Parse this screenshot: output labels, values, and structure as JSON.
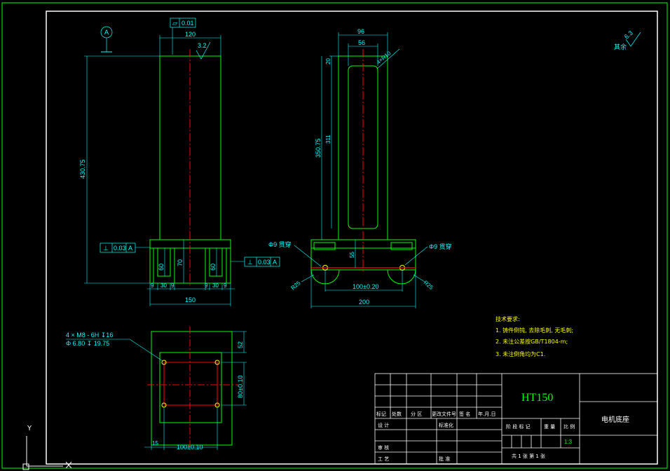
{
  "colors": {
    "background": "#000000",
    "border": "#00ff00",
    "part": "#00ff00",
    "dimension": "#00ffff",
    "center": "#ff0000",
    "text": "#ffffff",
    "note": "#ffff00",
    "hatch": "#00ff00"
  },
  "front": {
    "datum": "A",
    "flatness_symbol": "▱",
    "flatness_tol": "0.01",
    "top_width": "120",
    "roughness": "3.2",
    "height": "430.75",
    "left_perp_sym": "⊥",
    "left_perp_tol": "0.03",
    "left_perp_ref": "A",
    "right_perp_sym": "⊥",
    "right_perp_tol": "0.03",
    "right_perp_ref": "A",
    "slot_depth_l": "60",
    "slot_depth_r": "60",
    "center_h": "70",
    "d9a": "9",
    "d30a": "30",
    "d9b": "9",
    "d9c": "9",
    "d30b": "30",
    "d9d": "9",
    "base_width": "150"
  },
  "side": {
    "width_outer": "96",
    "width_inner": "56",
    "radius_note": "4×R10",
    "top_h": "20",
    "slot_len": "311",
    "total_h": "350.75",
    "hole_left": "Φ9 贯穿",
    "hole_right": "Φ9 贯穿",
    "hole_h": "55",
    "r_left": "R25",
    "r_right": "R25",
    "hole_dist": "100±0.20",
    "base_width": "200"
  },
  "top": {
    "thread_note1": "4 × M8 - 6H ↧16",
    "thread_note2": "Φ 6.80 ↧ 19.75",
    "dim52": "52",
    "dim80": "80±0.10",
    "dim15": "15",
    "dim100": "100±0.10"
  },
  "roughness_global": {
    "note": "其余",
    "value": "6.3"
  },
  "tech": {
    "title": "技术要求:",
    "items": [
      "1. 铸件倒钝, 去除毛刺, 无毛刺;",
      "2. 未注公差按GB/T1804-m;",
      "3. 未注倒角均为C1."
    ]
  },
  "titleblock": {
    "material": "HT150",
    "part_name": "电机底座",
    "row_labels": [
      "标记",
      "处数",
      "分 区",
      "更改文件号",
      "签 名",
      "年.月.日"
    ],
    "design": "设 计",
    "standard": "标准化",
    "check": "审 核",
    "process": "工 艺",
    "approve": "批 准",
    "stage": "阶 段 标 记",
    "weight": "重 量",
    "scale": "比 例",
    "scale_val": "1:3",
    "sheets": "共 1 张   第 1 张"
  },
  "ucs": {
    "y": "Y"
  }
}
